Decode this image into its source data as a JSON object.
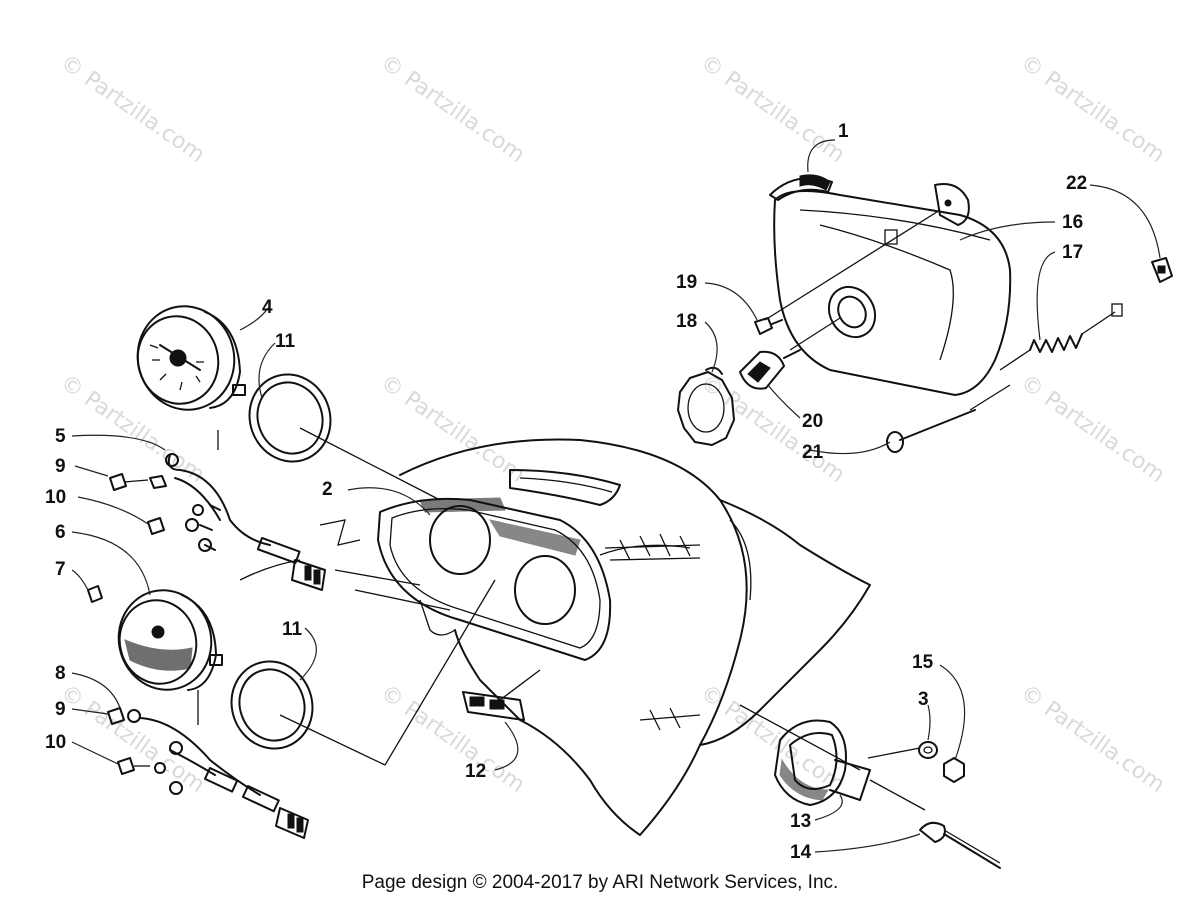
{
  "watermark_text": "© Partzilla.com",
  "footer": "Page design © 2004-2017 by ARI Network Services, Inc.",
  "callouts": [
    {
      "id": "c1",
      "label": "1"
    },
    {
      "id": "c2",
      "label": "2"
    },
    {
      "id": "c3",
      "label": "3"
    },
    {
      "id": "c4",
      "label": "4"
    },
    {
      "id": "c5",
      "label": "5"
    },
    {
      "id": "c6",
      "label": "6"
    },
    {
      "id": "c7",
      "label": "7"
    },
    {
      "id": "c8",
      "label": "8"
    },
    {
      "id": "c9a",
      "label": "9"
    },
    {
      "id": "c9b",
      "label": "9"
    },
    {
      "id": "c10a",
      "label": "10"
    },
    {
      "id": "c10b",
      "label": "10"
    },
    {
      "id": "c11a",
      "label": "11"
    },
    {
      "id": "c11b",
      "label": "11"
    },
    {
      "id": "c12",
      "label": "12"
    },
    {
      "id": "c13",
      "label": "13"
    },
    {
      "id": "c14",
      "label": "14"
    },
    {
      "id": "c15",
      "label": "15"
    },
    {
      "id": "c16",
      "label": "16"
    },
    {
      "id": "c17",
      "label": "17"
    },
    {
      "id": "c18",
      "label": "18"
    },
    {
      "id": "c19",
      "label": "19"
    },
    {
      "id": "c20",
      "label": "20"
    },
    {
      "id": "c21",
      "label": "21"
    },
    {
      "id": "c22",
      "label": "22"
    }
  ]
}
